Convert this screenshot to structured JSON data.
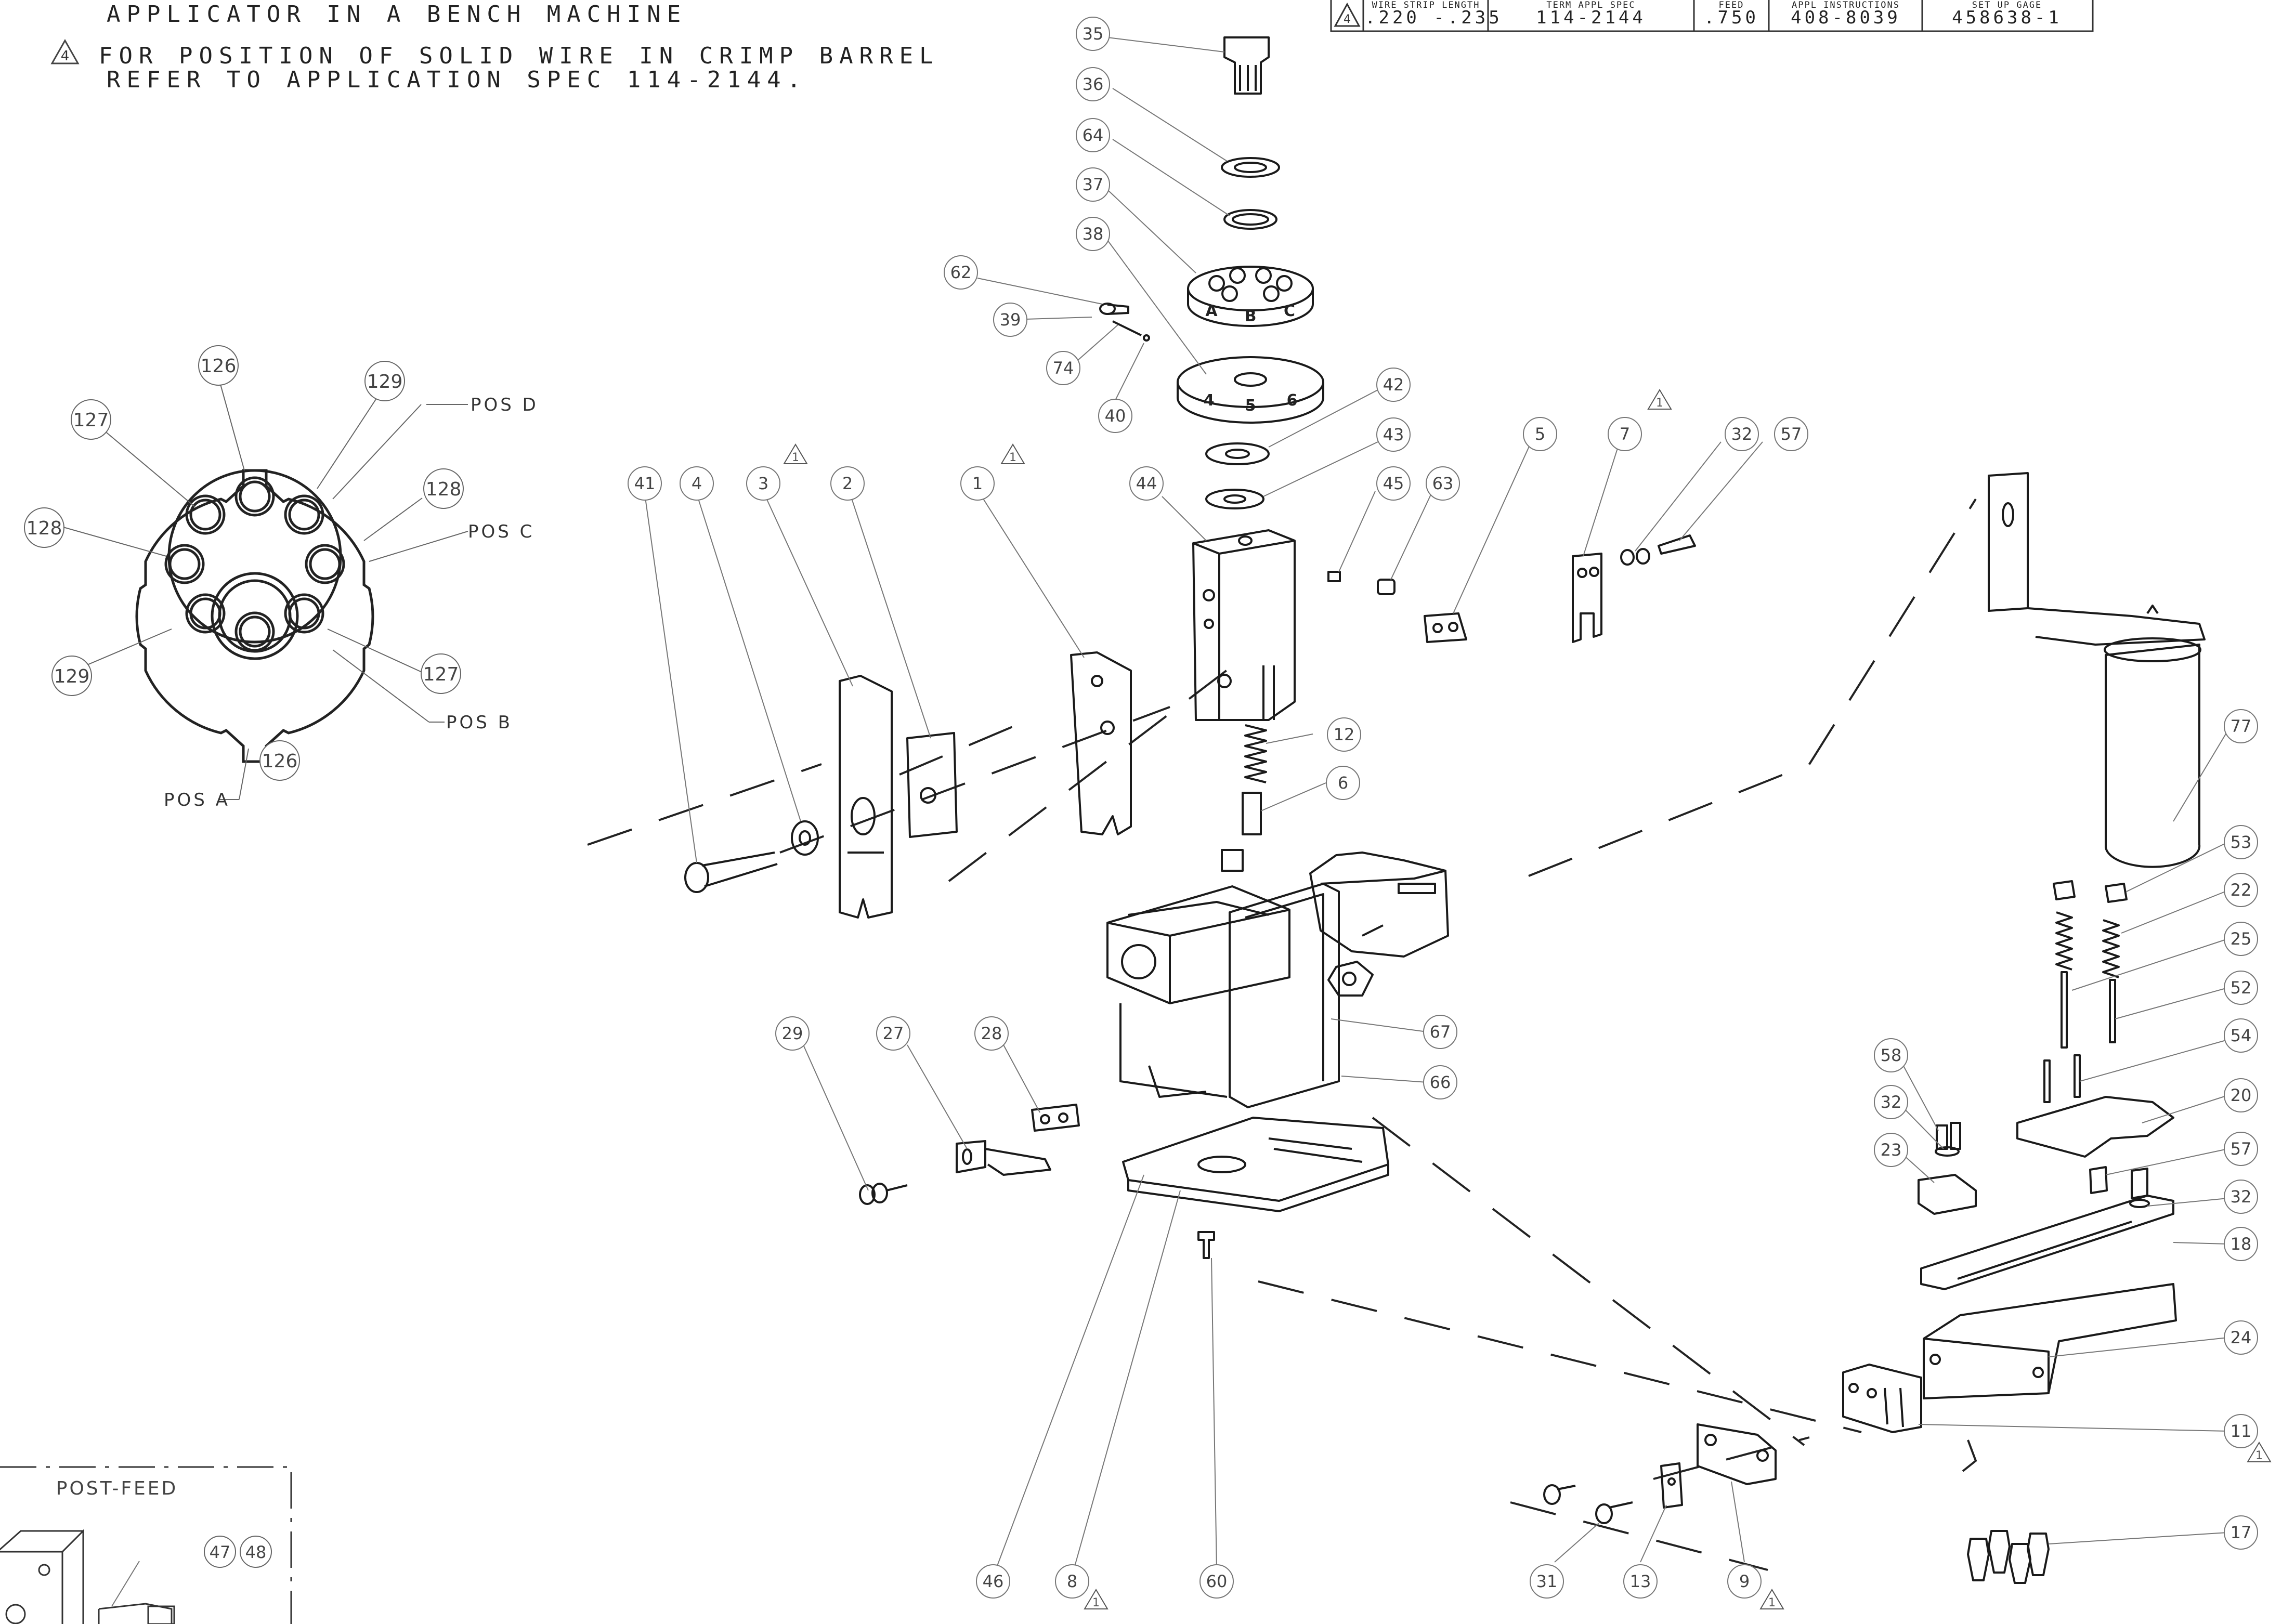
{
  "notes": {
    "line1": "APPLICATOR IN A BENCH MACHINE",
    "line2": "FOR POSITION OF SOLID WIRE IN CRIMP BARREL",
    "line3": "REFER TO APPLICATION SPEC 114-2144.",
    "flag": "4"
  },
  "title_block": {
    "flag": "4",
    "columns": [
      {
        "header": "WIRE STRIP LENGTH",
        "value": ".220 -.235"
      },
      {
        "header": "TERM APPL SPEC",
        "value": "114-2144"
      },
      {
        "header": "FEED",
        "value": ".750"
      },
      {
        "header": "APPL INSTRUCTIONS",
        "value": "408-8039"
      },
      {
        "header": "SET UP GAGE",
        "value": "458638-1"
      }
    ]
  },
  "dial_detail": {
    "balloons": [
      "126",
      "129",
      "127",
      "128",
      "128",
      "129",
      "127",
      "126"
    ],
    "positions": [
      "POS D",
      "POS C",
      "POS B",
      "POS A"
    ]
  },
  "post_feed_detail": {
    "title": "POST-FEED",
    "balloons": [
      "47",
      "48"
    ]
  },
  "rev_flag": "1",
  "balloons": [
    "35",
    "36",
    "64",
    "37",
    "38",
    "62",
    "39",
    "74",
    "40",
    "42",
    "43",
    "44",
    "45",
    "63",
    "5",
    "7",
    "32",
    "57",
    "41",
    "4",
    "3",
    "2",
    "1",
    "12",
    "6",
    "77",
    "53",
    "22",
    "25",
    "52",
    "54",
    "20",
    "58",
    "32",
    "23",
    "57",
    "32",
    "18",
    "24",
    "11",
    "17",
    "67",
    "66",
    "29",
    "27",
    "28",
    "46",
    "8",
    "60",
    "31",
    "13",
    "9"
  ],
  "dial_letters": [
    "A",
    "B",
    "C"
  ],
  "dial_numbers": [
    "4",
    "5",
    "6"
  ]
}
